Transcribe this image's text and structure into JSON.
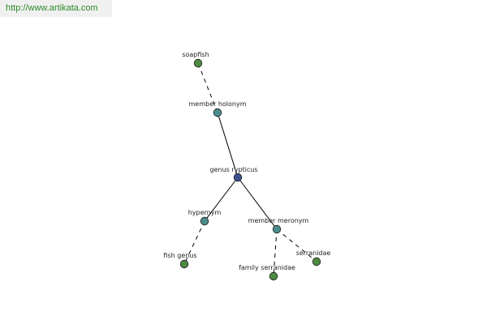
{
  "site_url": "http://www.artikata.com",
  "colors": {
    "banner_bg": "#f0f0f0",
    "url_text": "#2b8a2b",
    "center_node": "#3d4f8f",
    "relation_node": "#4b8c8c",
    "leaf_node": "#4e8a42",
    "edge": "#000000"
  },
  "graph": {
    "nodes": [
      {
        "id": "genus",
        "label": "genus rypticus",
        "kind": "center"
      },
      {
        "id": "holonym",
        "label": "member holonym",
        "kind": "relation"
      },
      {
        "id": "hypernym",
        "label": "hypernym",
        "kind": "relation"
      },
      {
        "id": "meronym",
        "label": "member meronym",
        "kind": "relation"
      },
      {
        "id": "soapfish",
        "label": "soapfish",
        "kind": "leaf"
      },
      {
        "id": "fishgenus",
        "label": "fish genus",
        "kind": "leaf"
      },
      {
        "id": "famserr",
        "label": "family serranidae",
        "kind": "leaf"
      },
      {
        "id": "serranidae",
        "label": "serranidae",
        "kind": "leaf"
      }
    ],
    "edges": [
      {
        "from": "genus",
        "to": "holonym",
        "style": "solid"
      },
      {
        "from": "genus",
        "to": "hypernym",
        "style": "solid"
      },
      {
        "from": "genus",
        "to": "meronym",
        "style": "solid"
      },
      {
        "from": "holonym",
        "to": "soapfish",
        "style": "dashed"
      },
      {
        "from": "hypernym",
        "to": "fishgenus",
        "style": "dashed"
      },
      {
        "from": "meronym",
        "to": "famserr",
        "style": "dashed"
      },
      {
        "from": "meronym",
        "to": "serranidae",
        "style": "dashed"
      }
    ]
  }
}
